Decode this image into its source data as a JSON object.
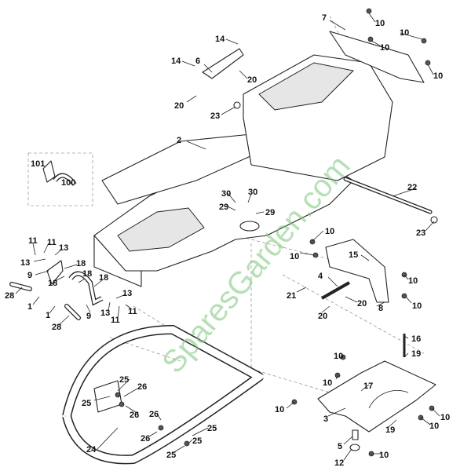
{
  "diagram": {
    "watermark": "SparesGarden.com",
    "labels": [
      "7",
      "10",
      "10",
      "10",
      "10",
      "14",
      "6",
      "14",
      "20",
      "20",
      "23",
      "2",
      "101",
      "100",
      "30",
      "30",
      "29",
      "29",
      "22",
      "23",
      "10",
      "10",
      "15",
      "4",
      "21",
      "20",
      "8",
      "20",
      "10",
      "10",
      "11",
      "11",
      "13",
      "13",
      "9",
      "18",
      "18",
      "18",
      "18",
      "28",
      "1",
      "1",
      "28",
      "9",
      "13",
      "13",
      "11",
      "11",
      "16",
      "19",
      "10",
      "10",
      "17",
      "10",
      "3",
      "10",
      "10",
      "19",
      "5",
      "10",
      "12",
      "25",
      "25",
      "26",
      "26",
      "26",
      "26",
      "25",
      "25",
      "24",
      "25"
    ],
    "colors": {
      "line": "#222222",
      "watermark": "#7cc67c"
    }
  }
}
